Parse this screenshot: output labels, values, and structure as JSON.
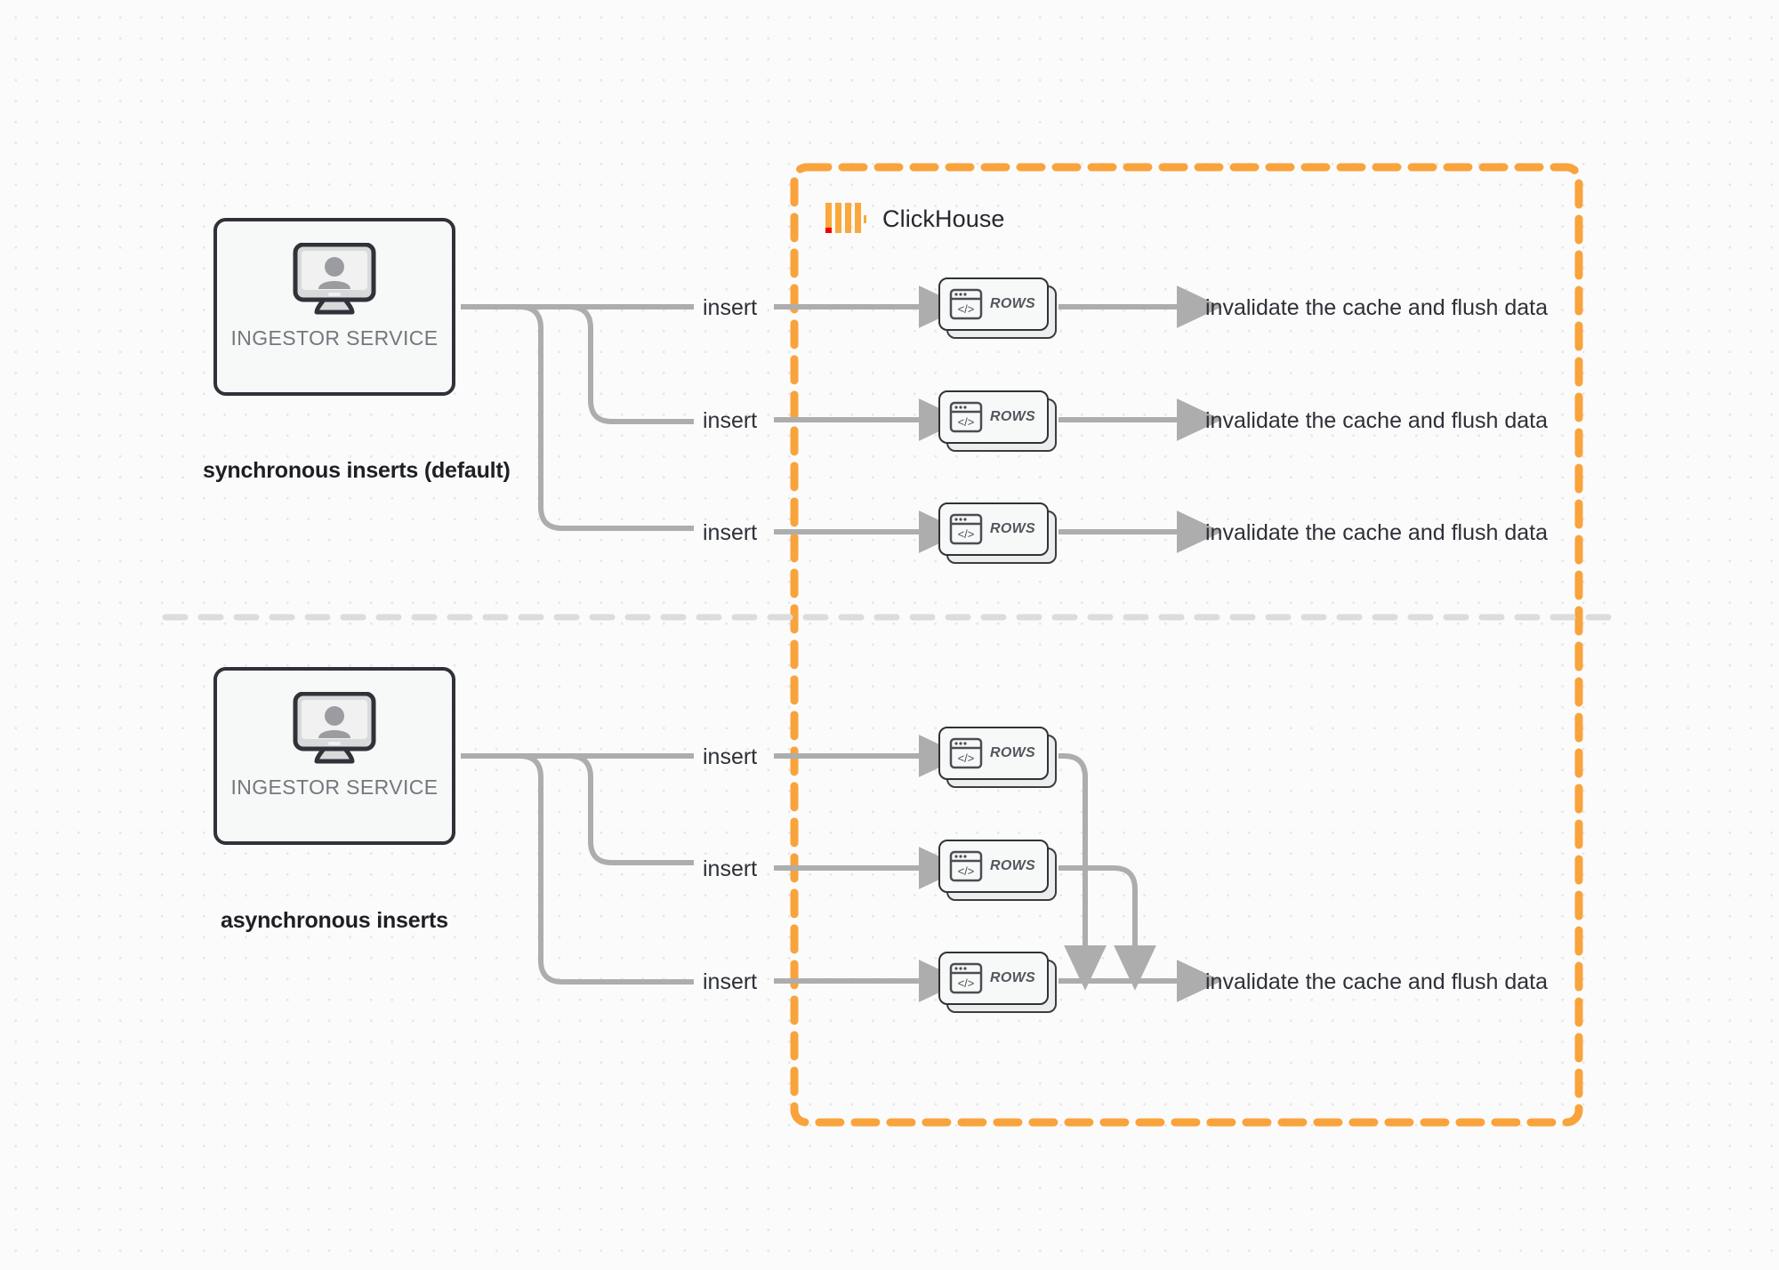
{
  "diagram": {
    "title": "ClickHouse synchronous vs asynchronous inserts",
    "boundary": {
      "label": "ClickHouse",
      "logo_icon": "clickhouse-logo-icon",
      "color": "#f9a33c",
      "style": "dashed"
    },
    "colors": {
      "background": "#fbfbfb",
      "dot_grid": "#e6e6e6",
      "accent_orange": "#f9a33c",
      "logo_red": "#f00000",
      "edge_gray": "#adadad",
      "node_border": "#2f3238",
      "node_fill": "#f7f8f8",
      "text_dark": "#2e3038",
      "text_muted": "#74777d",
      "divider": "#dcdcdc"
    },
    "sections": [
      {
        "id": "synchronous",
        "caption": "synchronous inserts (default)",
        "service": {
          "label": "INGESTOR SERVICE",
          "icon": "monitor-user-icon"
        },
        "flows": [
          {
            "edge_label": "insert",
            "node_label": "ROWS",
            "node_icon": "code-window-icon",
            "result_label": "invalidate the cache and flush data"
          },
          {
            "edge_label": "insert",
            "node_label": "ROWS",
            "node_icon": "code-window-icon",
            "result_label": "invalidate the cache and flush data"
          },
          {
            "edge_label": "insert",
            "node_label": "ROWS",
            "node_icon": "code-window-icon",
            "result_label": "invalidate the cache and flush data"
          }
        ]
      },
      {
        "id": "asynchronous",
        "caption": "asynchronous inserts",
        "service": {
          "label": "INGESTOR SERVICE",
          "icon": "monitor-user-icon"
        },
        "flows": [
          {
            "edge_label": "insert",
            "node_label": "ROWS",
            "node_icon": "code-window-icon"
          },
          {
            "edge_label": "insert",
            "node_label": "ROWS",
            "node_icon": "code-window-icon"
          },
          {
            "edge_label": "insert",
            "node_label": "ROWS",
            "node_icon": "code-window-icon"
          }
        ],
        "merged_result_label": "invalidate the cache and flush data"
      }
    ]
  }
}
